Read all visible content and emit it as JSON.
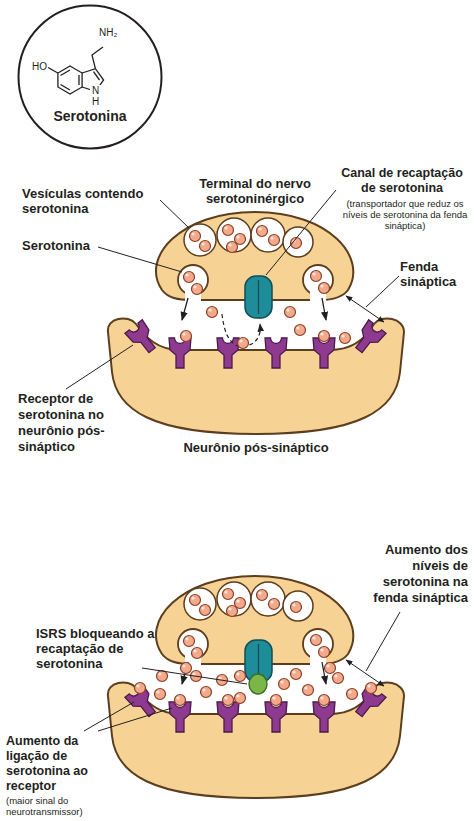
{
  "diagram": {
    "nodes": [
      {
        "text": [
          "Serotonina"
        ]
      }
    ],
    "labels": [
      "HO",
      "NH₂",
      "N",
      "H",
      "Terminal do nervo serotoninérgico",
      "Canal de recaptação de serotonina",
      "(transportador que reduz os níveis de serotonina da fenda sináptica)",
      "Vesículas contendo serotonina",
      "Serotonina",
      "Fenda sináptica",
      "Receptor de serotonina no neurônio pós-sináptico",
      "Neurônio pós-sináptico",
      "Aumento dos níveis de serotonina na fenda sináptica",
      "ISRS bloqueando a recaptação de serotonina",
      "Aumento da ligação de serotonina ao receptor",
      "(maior sinal do neurotransmissor)"
    ]
  }
}
